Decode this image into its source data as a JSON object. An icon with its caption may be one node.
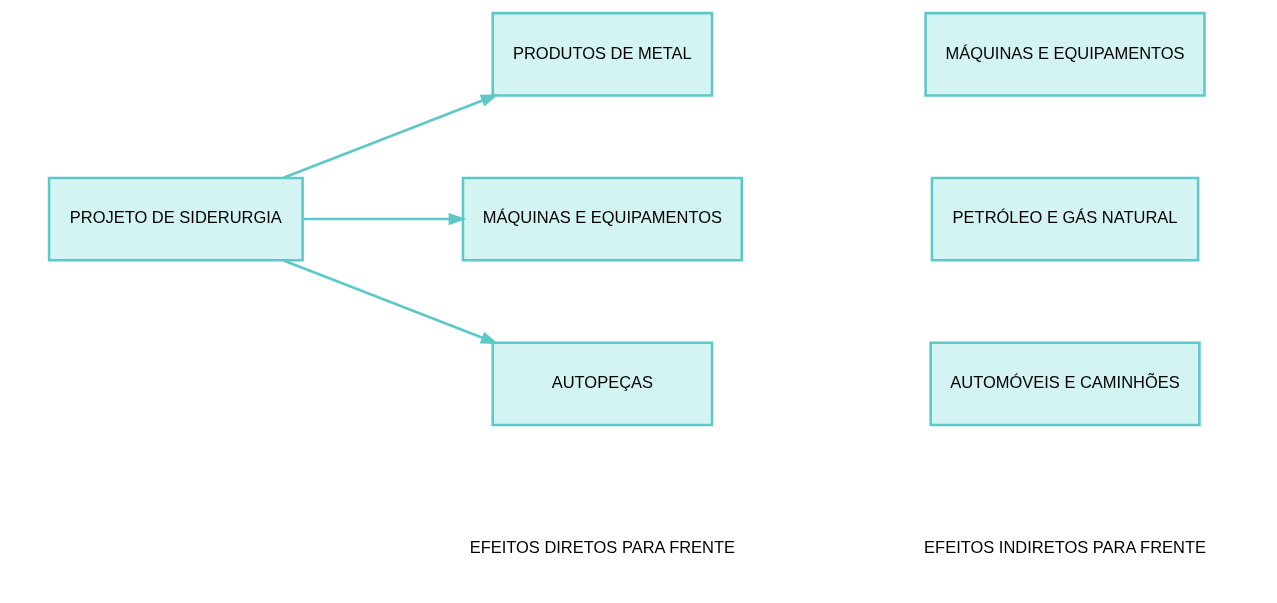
{
  "diagram": {
    "nodes": [
      {
        "text": [
          "PROJETO DE SIDERURGIA"
        ]
      },
      {
        "text": [
          "PRODUTOS DE METAL"
        ]
      },
      {
        "text": [
          "MÁQUINAS E EQUIPAMENTOS"
        ]
      },
      {
        "text": [
          "AUTOPEÇAS"
        ]
      },
      {
        "text": [
          "MÁQUINAS E EQUIPAMENTOS"
        ]
      },
      {
        "text": [
          "PETRÓLEO E GÁS NATURAL"
        ]
      },
      {
        "text": [
          "AUTOMÓVEIS E CAMINHÕES"
        ]
      }
    ],
    "edges": [
      {
        "from": 0,
        "to": 1,
        "arrow": "to"
      },
      {
        "from": 0,
        "to": 2,
        "arrow": "to"
      },
      {
        "from": 0,
        "to": 3,
        "arrow": "to"
      }
    ],
    "labels": [
      "EFEITOS DIRETOS PARA FRENTE",
      "EFEITOS INDIRETOS PARA FRENTE"
    ]
  }
}
